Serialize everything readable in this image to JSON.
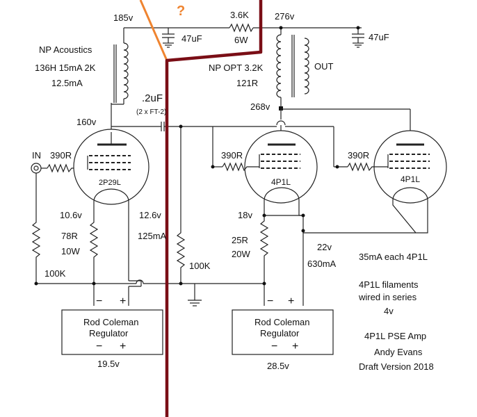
{
  "labels": {
    "v185": "185v",
    "q": "?",
    "cap47_left": "47uF",
    "r36k": "3.6K",
    "w6": "6W",
    "v276": "276v",
    "cap47_right": "47uF",
    "np_acoustics": "NP Acoustics",
    "choke_spec": "136H 15mA 2K",
    "ma125": "12.5mA",
    "np_opt": "NP OPT 3.2K",
    "r121": "121R",
    "out": "OUT",
    "cap2uf": ".2uF",
    "ft2": "(2 x FT-2)",
    "v160": "160v",
    "v268": "268v",
    "in": "IN",
    "r390_in": "390R",
    "r390_mid": "390R",
    "r390_right": "390R",
    "tube_2p29l": "2P29L",
    "tube_4p1l_a": "4P1L",
    "tube_4p1l_b": "4P1L",
    "v106": "10.6v",
    "v126": "12.6v",
    "v18": "18v",
    "r78": "78R",
    "w10": "10W",
    "ma125b": "125mA",
    "r100k_left": "100K",
    "r100k_mid": "100K",
    "r25": "25R",
    "w20": "20W",
    "v22": "22v",
    "ma630": "630mA",
    "ma35each": "35mA each 4P1L",
    "fil1": "4P1L filaments",
    "fil2": "wired in series",
    "fil3": "4v",
    "title1": "4P1L PSE Amp",
    "title2": "Andy Evans",
    "title3": "Draft Version 2018",
    "reg_left_1": "Rod Coleman",
    "reg_left_2": "Regulator",
    "reg_right_1": "Rod Coleman",
    "reg_right_2": "Regulator",
    "v195": "19.5v",
    "v285": "28.5v",
    "minus": "−",
    "plus": "+"
  },
  "colors": {
    "annotation_red": "#7a0e16",
    "annotation_orange": "#ef8430"
  }
}
